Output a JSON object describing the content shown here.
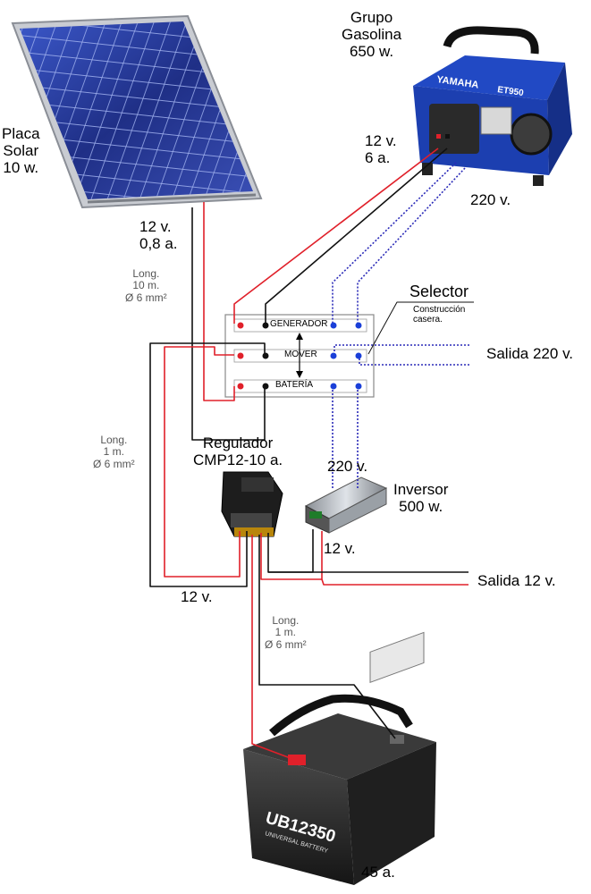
{
  "components": {
    "solar_panel": {
      "name_lines": [
        "Placa",
        "Solar",
        "10 w."
      ]
    },
    "generator": {
      "name_lines": [
        "Grupo",
        "Gasolina",
        "650 w."
      ],
      "brand": "YAMAHA",
      "model": "ET950"
    },
    "regulator": {
      "name_lines": [
        "Regulador",
        "CMP12-10 a."
      ]
    },
    "inverter": {
      "name_lines": [
        "Inversor",
        "500 w."
      ]
    },
    "battery": {
      "model": "UB12350",
      "subtitle": "UNIVERSAL BATTERY",
      "capacity": "45 a."
    },
    "selector": {
      "title": "Selector",
      "note_lines": [
        "Construcción",
        "casera."
      ],
      "rows": [
        "GENERADOR",
        "MOVER",
        "BATERÍA"
      ]
    }
  },
  "wire_labels": {
    "solar_output": [
      "12 v.",
      "0,8 a."
    ],
    "solar_cable": [
      "Long.",
      "10 m.",
      "Ø 6 mm²"
    ],
    "generator_dc": [
      "12 v.",
      "6 a."
    ],
    "generator_ac": "220 v.",
    "selector_to_regulator_cable": [
      "Long.",
      "1 m.",
      "Ø 6 mm²"
    ],
    "regulator_12v": "12 v.",
    "inverter_ac": "220 v.",
    "inverter_dc": "12 v.",
    "battery_cable": [
      "Long.",
      "1 m.",
      "Ø 6 mm²"
    ]
  },
  "outputs": {
    "ac": "Salida 220 v.",
    "dc": "Salida 12 v."
  },
  "colors": {
    "positive": "#e0202a",
    "negative": "#111111",
    "ac_line": "#2a2ab8",
    "panel_blue": "#233a9a",
    "generator_blue": "#1c3fb0",
    "battery_body": "#2b2b2b"
  }
}
